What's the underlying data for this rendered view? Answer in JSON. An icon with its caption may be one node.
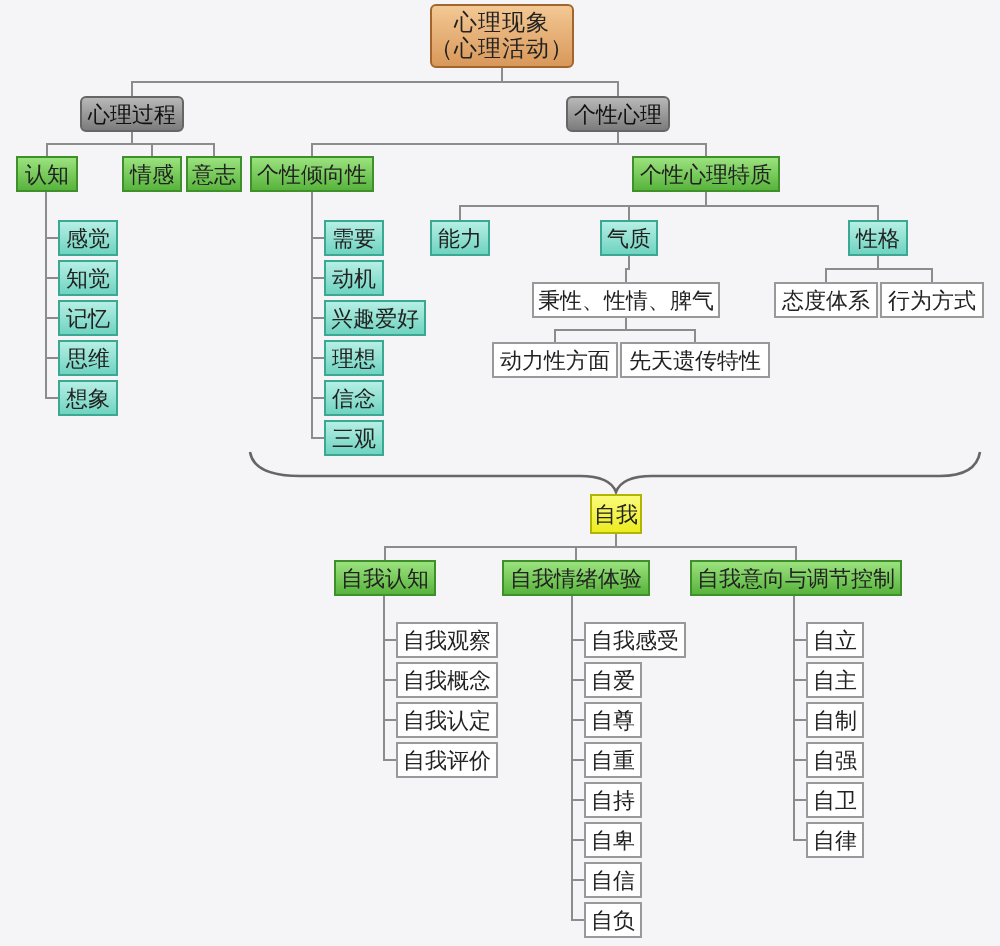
{
  "diagram": {
    "nodes": [
      {
        "text": [
          "心理现象",
          "（心理活动）"
        ]
      },
      {
        "text": [
          "心理过程"
        ]
      },
      {
        "text": [
          "个性心理"
        ]
      },
      {
        "text": [
          "认知"
        ]
      },
      {
        "text": [
          "情感"
        ]
      },
      {
        "text": [
          "意志"
        ]
      },
      {
        "text": [
          "个性倾向性"
        ]
      },
      {
        "text": [
          "个性心理特质"
        ]
      },
      {
        "text": [
          "感觉"
        ]
      },
      {
        "text": [
          "知觉"
        ]
      },
      {
        "text": [
          "记忆"
        ]
      },
      {
        "text": [
          "思维"
        ]
      },
      {
        "text": [
          "想象"
        ]
      },
      {
        "text": [
          "需要"
        ]
      },
      {
        "text": [
          "动机"
        ]
      },
      {
        "text": [
          "兴趣爱好"
        ]
      },
      {
        "text": [
          "理想"
        ]
      },
      {
        "text": [
          "信念"
        ]
      },
      {
        "text": [
          "三观"
        ]
      },
      {
        "text": [
          "能力"
        ]
      },
      {
        "text": [
          "气质"
        ]
      },
      {
        "text": [
          "性格"
        ]
      },
      {
        "text": [
          "秉性、性情、脾气"
        ]
      },
      {
        "text": [
          "态度体系"
        ]
      },
      {
        "text": [
          "行为方式"
        ]
      },
      {
        "text": [
          "动力性方面"
        ]
      },
      {
        "text": [
          "先天遗传特性"
        ]
      },
      {
        "text": [
          "自我"
        ]
      },
      {
        "text": [
          "自我认知"
        ]
      },
      {
        "text": [
          "自我情绪体验"
        ]
      },
      {
        "text": [
          "自我意向与调节控制"
        ]
      },
      {
        "text": [
          "自我观察"
        ]
      },
      {
        "text": [
          "自我概念"
        ]
      },
      {
        "text": [
          "自我认定"
        ]
      },
      {
        "text": [
          "自我评价"
        ]
      },
      {
        "text": [
          "自我感受"
        ]
      },
      {
        "text": [
          "自爱"
        ]
      },
      {
        "text": [
          "自尊"
        ]
      },
      {
        "text": [
          "自重"
        ]
      },
      {
        "text": [
          "自持"
        ]
      },
      {
        "text": [
          "自卑"
        ]
      },
      {
        "text": [
          "自信"
        ]
      },
      {
        "text": [
          "自负"
        ]
      },
      {
        "text": [
          "自立"
        ]
      },
      {
        "text": [
          "自主"
        ]
      },
      {
        "text": [
          "自制"
        ]
      },
      {
        "text": [
          "自强"
        ]
      },
      {
        "text": [
          "自卫"
        ]
      },
      {
        "text": [
          "自律"
        ]
      }
    ],
    "edges": [
      {
        "from": 0,
        "to": 1,
        "arrow": "none"
      },
      {
        "from": 0,
        "to": 2,
        "arrow": "none"
      },
      {
        "from": 1,
        "to": 3,
        "arrow": "none"
      },
      {
        "from": 1,
        "to": 4,
        "arrow": "none"
      },
      {
        "from": 1,
        "to": 5,
        "arrow": "none"
      },
      {
        "from": 2,
        "to": 6,
        "arrow": "none"
      },
      {
        "from": 2,
        "to": 7,
        "arrow": "none"
      },
      {
        "from": 3,
        "to": 8,
        "arrow": "none"
      },
      {
        "from": 3,
        "to": 9,
        "arrow": "none"
      },
      {
        "from": 3,
        "to": 10,
        "arrow": "none"
      },
      {
        "from": 3,
        "to": 11,
        "arrow": "none"
      },
      {
        "from": 3,
        "to": 12,
        "arrow": "none"
      },
      {
        "from": 6,
        "to": 13,
        "arrow": "none"
      },
      {
        "from": 6,
        "to": 14,
        "arrow": "none"
      },
      {
        "from": 6,
        "to": 15,
        "arrow": "none"
      },
      {
        "from": 6,
        "to": 16,
        "arrow": "none"
      },
      {
        "from": 6,
        "to": 17,
        "arrow": "none"
      },
      {
        "from": 6,
        "to": 18,
        "arrow": "none"
      },
      {
        "from": 7,
        "to": 19,
        "arrow": "none"
      },
      {
        "from": 7,
        "to": 20,
        "arrow": "none"
      },
      {
        "from": 7,
        "to": 21,
        "arrow": "none"
      },
      {
        "from": 20,
        "to": 22,
        "arrow": "none"
      },
      {
        "from": 21,
        "to": 23,
        "arrow": "none"
      },
      {
        "from": 21,
        "to": 24,
        "arrow": "none"
      },
      {
        "from": 22,
        "to": 25,
        "arrow": "none"
      },
      {
        "from": 22,
        "to": 26,
        "arrow": "none"
      },
      {
        "from": 27,
        "to": 28,
        "arrow": "none"
      },
      {
        "from": 27,
        "to": 29,
        "arrow": "none"
      },
      {
        "from": 27,
        "to": 30,
        "arrow": "none"
      },
      {
        "from": 28,
        "to": 31,
        "arrow": "none"
      },
      {
        "from": 28,
        "to": 32,
        "arrow": "none"
      },
      {
        "from": 28,
        "to": 33,
        "arrow": "none"
      },
      {
        "from": 28,
        "to": 34,
        "arrow": "none"
      },
      {
        "from": 29,
        "to": 35,
        "arrow": "none"
      },
      {
        "from": 29,
        "to": 36,
        "arrow": "none"
      },
      {
        "from": 29,
        "to": 37,
        "arrow": "none"
      },
      {
        "from": 29,
        "to": 38,
        "arrow": "none"
      },
      {
        "from": 29,
        "to": 39,
        "arrow": "none"
      },
      {
        "from": 29,
        "to": 40,
        "arrow": "none"
      },
      {
        "from": 29,
        "to": 41,
        "arrow": "none"
      },
      {
        "from": 29,
        "to": 42,
        "arrow": "none"
      },
      {
        "from": 30,
        "to": 43,
        "arrow": "none"
      },
      {
        "from": 30,
        "to": 44,
        "arrow": "none"
      },
      {
        "from": 30,
        "to": 45,
        "arrow": "none"
      },
      {
        "from": 30,
        "to": 46,
        "arrow": "none"
      },
      {
        "from": 30,
        "to": 47,
        "arrow": "none"
      },
      {
        "from": 30,
        "to": 48,
        "arrow": "none"
      }
    ]
  }
}
